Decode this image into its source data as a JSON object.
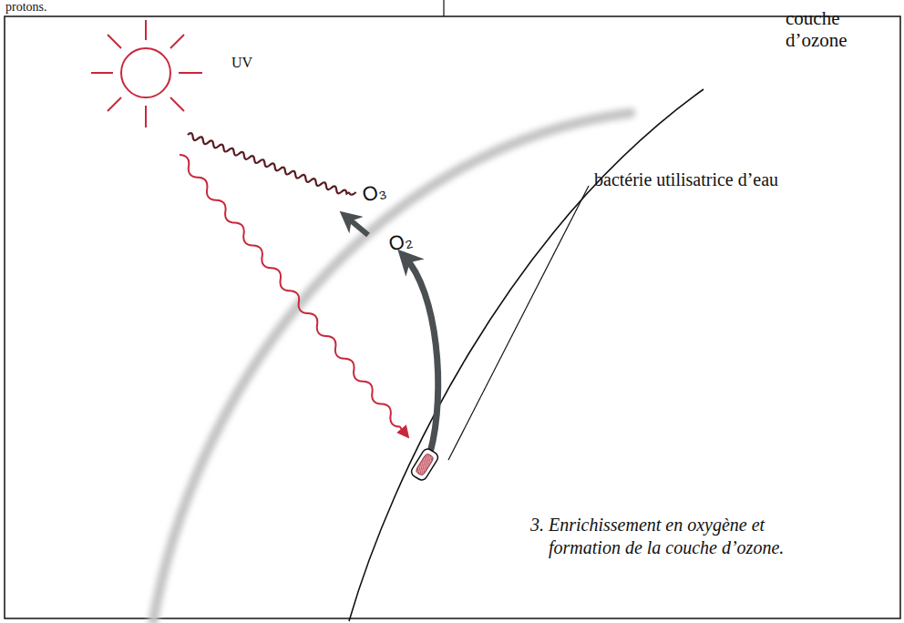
{
  "diagram": {
    "caption": "3. Enrichissement en oxygène et formation de la couche d’ozone.",
    "labels": [
      "protons.",
      "couche d’ozone",
      "UV",
      "O₃",
      "O₂",
      "bactérie utilisatrice d’eau"
    ]
  }
}
